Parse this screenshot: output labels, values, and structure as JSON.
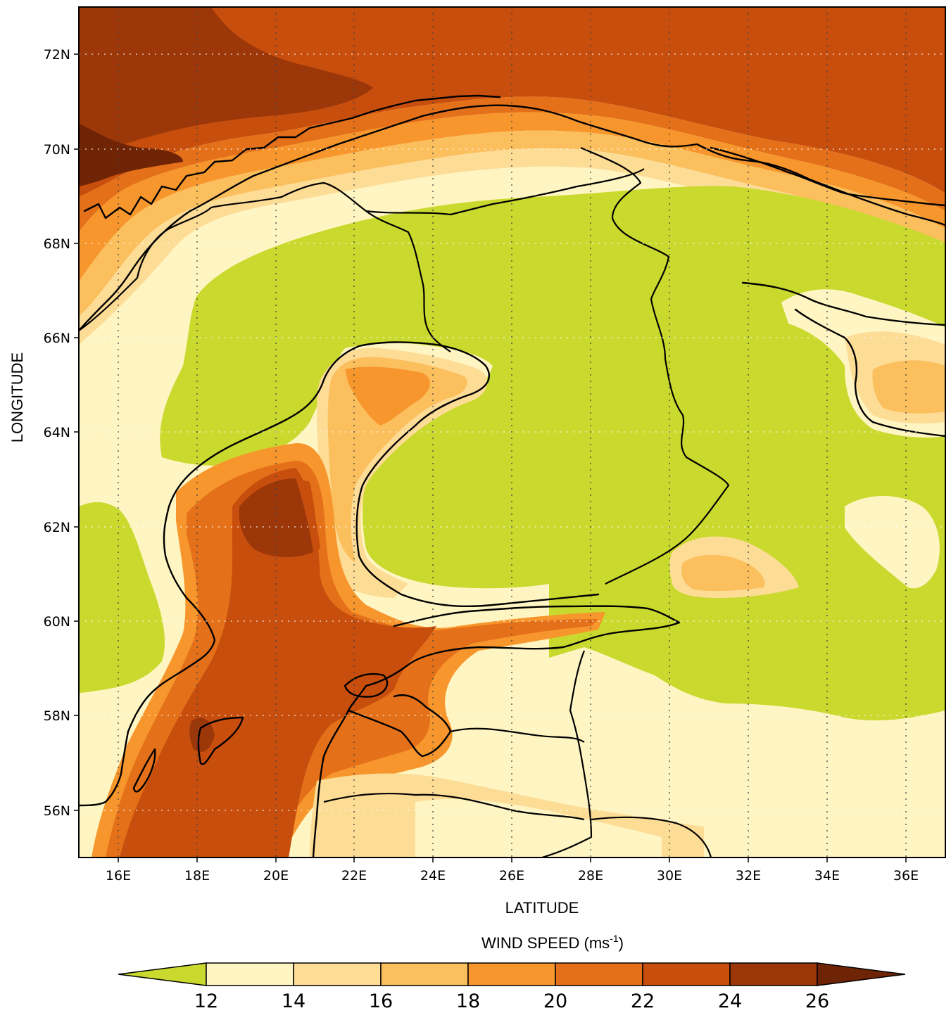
{
  "map": {
    "x_axis": {
      "title": "LATITUDE",
      "ticks": [
        "16E",
        "18E",
        "20E",
        "22E",
        "24E",
        "26E",
        "28E",
        "30E",
        "32E",
        "34E",
        "36E"
      ]
    },
    "y_axis": {
      "title": "LONGITUDE",
      "ticks": [
        "72N",
        "70N",
        "68N",
        "66N",
        "64N",
        "62N",
        "60N",
        "58N",
        "56N"
      ]
    },
    "extent": {
      "lon_min": 15,
      "lon_max": 37,
      "lat_min": 55,
      "lat_max": 73
    }
  },
  "colorbar": {
    "title_main": "WIND SPEED (ms",
    "title_sup": "-1",
    "title_end": ")",
    "labels": [
      "12",
      "14",
      "16",
      "18",
      "20",
      "22",
      "24",
      "26"
    ],
    "colors": {
      "below_12": "#c9d92e",
      "12_14": "#fff5c2",
      "14_16": "#fddc96",
      "16_18": "#fbbf5e",
      "18_20": "#f7962c",
      "20_22": "#e4711a",
      "22_24": "#c84e0d",
      "24_26": "#9b3709",
      "above_26": "#6f2405"
    }
  }
}
